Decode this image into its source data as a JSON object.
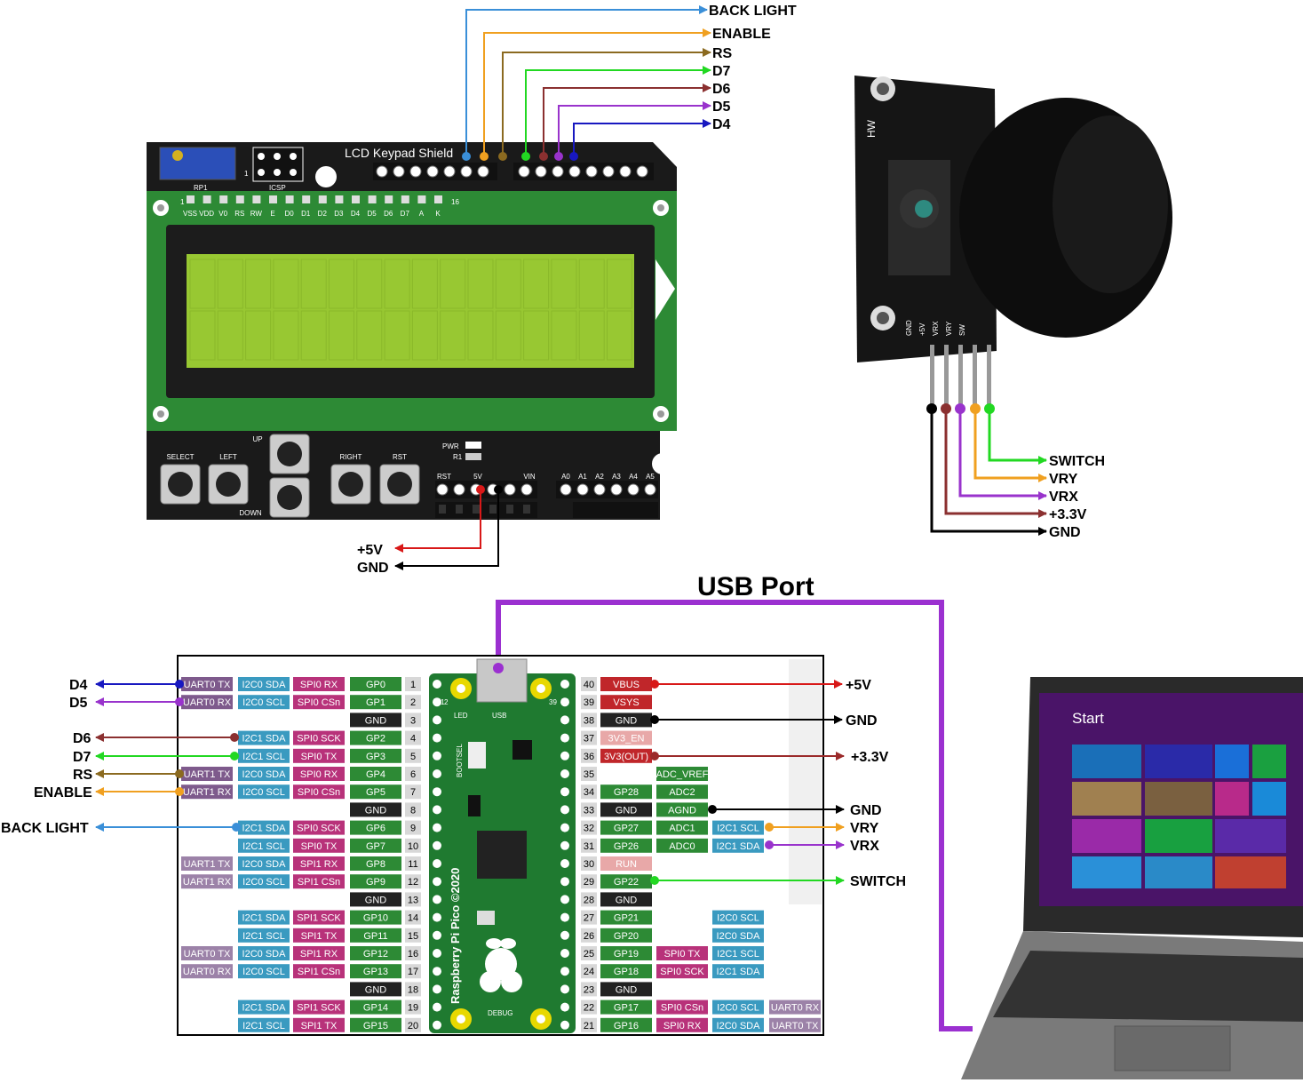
{
  "lcd": {
    "shield_title": "LCD Keypad Shield",
    "header_pins": [
      "VSS",
      "VDD",
      "V0",
      "RS",
      "RW",
      "E",
      "D0",
      "D1",
      "D2",
      "D3",
      "D4",
      "D5",
      "D6",
      "D7",
      "A",
      "K"
    ],
    "pin1": "1",
    "pin16": "16",
    "rp1": "RP1",
    "icsp": "ICSP",
    "icsp_num": "1",
    "buttons": [
      "SELECT",
      "LEFT",
      "UP",
      "DOWN",
      "RIGHT",
      "RST"
    ],
    "pwr": "PWR",
    "r1": "R1",
    "power_header": [
      "RST",
      "5V",
      "VIN"
    ],
    "analog_header": [
      "A0",
      "A1",
      "A2",
      "A3",
      "A4",
      "A5"
    ],
    "signals": [
      "BACK LIGHT",
      "ENABLE",
      "RS",
      "D7",
      "D6",
      "D5",
      "D4"
    ],
    "power_labels": [
      "+5V",
      "GND"
    ]
  },
  "joystick": {
    "silk_brand": "HW",
    "pins": [
      "GND",
      "+5V",
      "VRX",
      "VRY",
      "SW"
    ],
    "signals": [
      "SWITCH",
      "VRY",
      "VRX",
      "+3.3V",
      "GND"
    ]
  },
  "usb": {
    "label": "USB Port"
  },
  "pico": {
    "board_name": "Raspberry Pi Pico ©2020",
    "led": "LED",
    "usb": "USB",
    "bootsel": "BOOTSEL",
    "debug": "DEBUG",
    "corner_1": "1",
    "corner_2": "2",
    "corner_39": "39",
    "left_pins": [
      {
        "num": "1",
        "tags": [
          "UART0 TX",
          "I2C0 SDA",
          "SPI0 RX",
          "GP0"
        ]
      },
      {
        "num": "2",
        "tags": [
          "UART0 RX",
          "I2C0 SCL",
          "SPI0 CSn",
          "GP1"
        ]
      },
      {
        "num": "3",
        "tags": [
          "",
          "",
          "",
          "GND"
        ]
      },
      {
        "num": "4",
        "tags": [
          "",
          "I2C1 SDA",
          "SPI0 SCK",
          "GP2"
        ]
      },
      {
        "num": "5",
        "tags": [
          "",
          "I2C1 SCL",
          "SPI0 TX",
          "GP3"
        ]
      },
      {
        "num": "6",
        "tags": [
          "UART1 TX",
          "I2C0 SDA",
          "SPI0 RX",
          "GP4"
        ]
      },
      {
        "num": "7",
        "tags": [
          "UART1 RX",
          "I2C0 SCL",
          "SPI0 CSn",
          "GP5"
        ]
      },
      {
        "num": "8",
        "tags": [
          "",
          "",
          "",
          "GND"
        ]
      },
      {
        "num": "9",
        "tags": [
          "",
          "I2C1 SDA",
          "SPI0 SCK",
          "GP6"
        ]
      },
      {
        "num": "10",
        "tags": [
          "",
          "I2C1 SCL",
          "SPI0 TX",
          "GP7"
        ]
      },
      {
        "num": "11",
        "tags": [
          "UART1 TX",
          "I2C0 SDA",
          "SPI1 RX",
          "GP8"
        ]
      },
      {
        "num": "12",
        "tags": [
          "UART1 RX",
          "I2C0 SCL",
          "SPI1 CSn",
          "GP9"
        ]
      },
      {
        "num": "13",
        "tags": [
          "",
          "",
          "",
          "GND"
        ]
      },
      {
        "num": "14",
        "tags": [
          "",
          "I2C1 SDA",
          "SPI1 SCK",
          "GP10"
        ]
      },
      {
        "num": "15",
        "tags": [
          "",
          "I2C1 SCL",
          "SPI1 TX",
          "GP11"
        ]
      },
      {
        "num": "16",
        "tags": [
          "UART0 TX",
          "I2C0 SDA",
          "SPI1 RX",
          "GP12"
        ]
      },
      {
        "num": "17",
        "tags": [
          "UART0 RX",
          "I2C0 SCL",
          "SPI1 CSn",
          "GP13"
        ]
      },
      {
        "num": "18",
        "tags": [
          "",
          "",
          "",
          "GND"
        ]
      },
      {
        "num": "19",
        "tags": [
          "",
          "I2C1 SDA",
          "SPI1 SCK",
          "GP14"
        ]
      },
      {
        "num": "20",
        "tags": [
          "",
          "I2C1 SCL",
          "SPI1 TX",
          "GP15"
        ]
      }
    ],
    "right_pins": [
      {
        "num": "40",
        "tags": [
          "VBUS",
          "",
          "",
          ""
        ]
      },
      {
        "num": "39",
        "tags": [
          "VSYS",
          "",
          "",
          ""
        ]
      },
      {
        "num": "38",
        "tags": [
          "GND",
          "",
          "",
          ""
        ]
      },
      {
        "num": "37",
        "tags": [
          "3V3_EN",
          "",
          "",
          ""
        ]
      },
      {
        "num": "36",
        "tags": [
          "3V3(OUT)",
          "",
          "",
          ""
        ]
      },
      {
        "num": "35",
        "tags": [
          "",
          "ADC_VREF",
          "",
          ""
        ]
      },
      {
        "num": "34",
        "tags": [
          "GP28",
          "ADC2",
          "",
          ""
        ]
      },
      {
        "num": "33",
        "tags": [
          "GND",
          "AGND",
          "",
          ""
        ]
      },
      {
        "num": "32",
        "tags": [
          "GP27",
          "ADC1",
          "I2C1 SCL",
          ""
        ]
      },
      {
        "num": "31",
        "tags": [
          "GP26",
          "ADC0",
          "I2C1 SDA",
          ""
        ]
      },
      {
        "num": "30",
        "tags": [
          "RUN",
          "",
          "",
          ""
        ]
      },
      {
        "num": "29",
        "tags": [
          "GP22",
          "",
          "",
          ""
        ]
      },
      {
        "num": "28",
        "tags": [
          "GND",
          "",
          "",
          ""
        ]
      },
      {
        "num": "27",
        "tags": [
          "GP21",
          "",
          "I2C0 SCL",
          ""
        ]
      },
      {
        "num": "26",
        "tags": [
          "GP20",
          "",
          "I2C0 SDA",
          ""
        ]
      },
      {
        "num": "25",
        "tags": [
          "GP19",
          "SPI0 TX",
          "I2C1 SCL",
          ""
        ]
      },
      {
        "num": "24",
        "tags": [
          "GP18",
          "SPI0 SCK",
          "I2C1 SDA",
          ""
        ]
      },
      {
        "num": "23",
        "tags": [
          "GND",
          "",
          "",
          ""
        ]
      },
      {
        "num": "22",
        "tags": [
          "GP17",
          "SPI0 CSn",
          "I2C0 SCL",
          "UART0 RX"
        ]
      },
      {
        "num": "21",
        "tags": [
          "GP16",
          "SPI0 RX",
          "I2C0 SDA",
          "UART0 TX"
        ]
      }
    ],
    "left_signals": [
      "D4",
      "D5",
      "D6",
      "D7",
      "RS",
      "ENABLE",
      "BACK LIGHT"
    ],
    "right_signals": [
      "+5V",
      "GND",
      "+3.3V",
      "GND",
      "VRY",
      "VRX",
      "SWITCH"
    ]
  },
  "laptop": {
    "start": "Start"
  },
  "colors": {
    "backlight": "#3a8fd8",
    "enable": "#f0a020",
    "rs": "#8b6a20",
    "d7": "#22d822",
    "d6": "#8b3030",
    "d5": "#9933cc",
    "d4": "#1818c0",
    "red": "#d81818",
    "black": "#000000",
    "usb": "#9b30d0",
    "pcb_green": "#2d8a35",
    "pico_green": "#1f7a30",
    "lcd_screen": "#98c832"
  }
}
